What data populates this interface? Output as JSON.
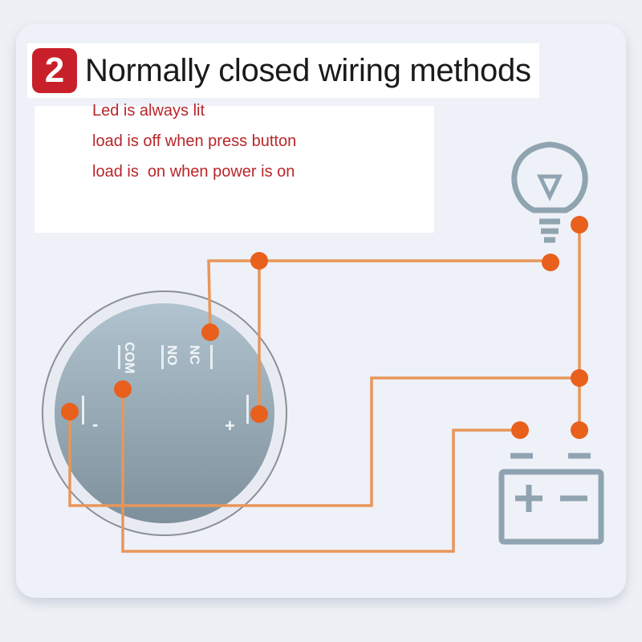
{
  "title": {
    "number": "2",
    "text": "Normally closed wiring methods"
  },
  "notes": [
    "Led is always lit",
    "load is off when press button",
    "load is  on when power is on"
  ],
  "switch_labels": {
    "com": "COM",
    "no": "NO",
    "nc": "NC",
    "minus": "-",
    "plus": "+"
  },
  "colors": {
    "wire": "#e8965a",
    "dot": "#e8601c",
    "badge": "#c8202a",
    "note_text": "#b8262a"
  }
}
